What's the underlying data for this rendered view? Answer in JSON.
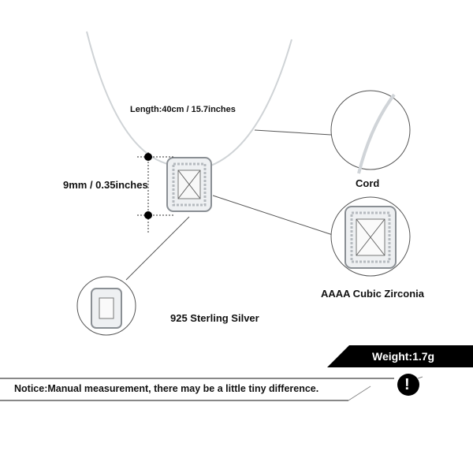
{
  "labels": {
    "length": "Length:40cm / 15.7inches",
    "height": "9mm / 0.35inches",
    "cord": "Cord",
    "zirconia": "AAAA Cubic Zirconia",
    "silver": "925 Sterling Silver",
    "weight": "Weight:1.7g",
    "notice": "Notice:Manual measurement, there may be a little tiny difference.",
    "notice_icon": "!"
  },
  "colors": {
    "banner": "#000000",
    "text": "#111111"
  }
}
